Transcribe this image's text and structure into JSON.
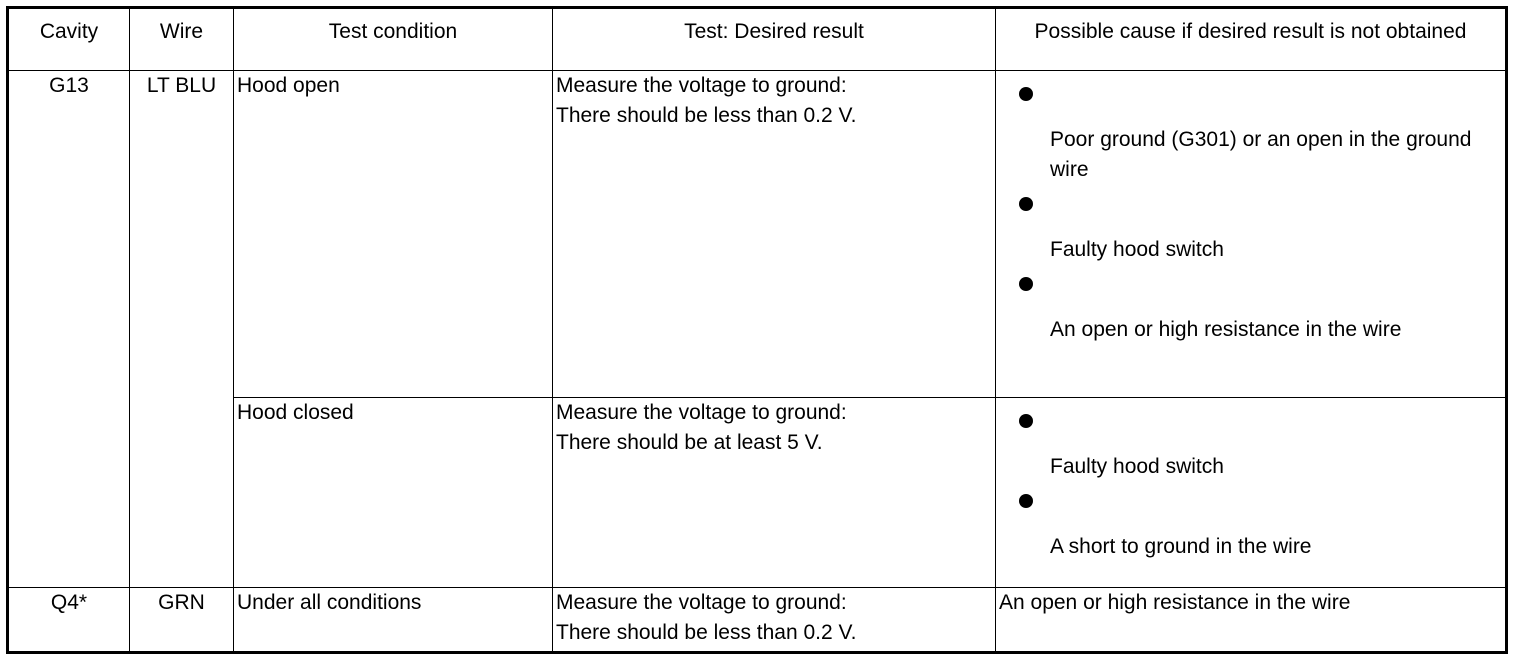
{
  "headers": {
    "cavity": "Cavity",
    "wire": "Wire",
    "test_condition": "Test condition",
    "desired_result": "Test: Desired result",
    "possible_cause": "Possible cause if desired result is not obtained"
  },
  "rows": [
    {
      "cavity": "G13",
      "wire": "LT BLU",
      "condition": "Hood open",
      "result_line1": "Measure the voltage to ground:",
      "result_line2": "There should be less than 0.2 V.",
      "causes": [
        "Poor ground (G301) or an open in the ground wire",
        "Faulty hood switch",
        "An open or high resistance in the wire"
      ]
    },
    {
      "condition": "Hood closed",
      "result_line1": "Measure the voltage to ground:",
      "result_line2": "There should be at least 5 V.",
      "causes": [
        "Faulty hood switch",
        "A short to ground in the wire"
      ]
    },
    {
      "cavity": "Q4*",
      "wire": "GRN",
      "condition": "Under all conditions",
      "result_line1": "Measure the voltage to ground:",
      "result_line2": "There should be less than 0.2 V.",
      "cause": "An open or high resistance in the wire"
    }
  ]
}
